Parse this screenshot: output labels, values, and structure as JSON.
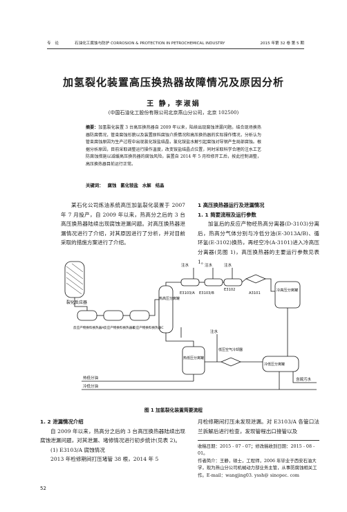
{
  "header": {
    "left": "专 论",
    "journal": "石油化工腐蚀与防护 CORROSION & PROTECTION IN PETROCHEMICAL INDUSTRY",
    "issue": "2015 年第 32 卷 第 5 期"
  },
  "title": "加氢裂化装置高压换热器故障情况及原因分析",
  "authors": "王  静，李淑娟",
  "affiliation": "(中国石油化工股份有限公司北京燕山分公司，北京 102500)",
  "abstract": {
    "label": "摘要：",
    "text": "加氢裂化装置 3 台高压换热器自 2009 年以来，陆续出现腐蚀泄漏问题。结合现场换热器防腐情况，管束腐蚀形貌以及装置原料腐蚀介质情况和高压换热器的实际操作情况，分析认为管束腐蚀原因为生产过程中出现氯化铵盐结晶，氯化铵盐水解引起腐蚀对导钢产生局部腐蚀。根据分析原因，目前采取调整运行操作温度，改变铵盐结晶点位置，同时采取科学合理的注水工艺防腐蚀措施以减缓高压换热器的腐蚀风险。装置自 2014 年 5 月检修开工后，按此控制调整，高压换热器目前运行正常。"
  },
  "keywords": {
    "label": "关键词：",
    "items": [
      "腐蚀",
      "氯化铵盐",
      "水解",
      "结晶"
    ]
  },
  "intro": "某石化公司炼油系统高压加氢裂化装置于 2007 年 7 月投产，自 2009 年以来，热高分之后的 3 台高压换热器陆续出现腐蚀泄漏问题。对高压换热器泄漏情况进行了介绍，对其原因进行了分析，并对目前采取的措施方案进行了介绍。",
  "section1": {
    "heading": "1  高压换热器运行及泄漏情况",
    "sub_heading": "1. 1  简要流程及运行参数",
    "text": "加氢后的反应产物经热高分离器(D-3103)分离后，热高分气体分别与冷低分油(E-3013A/B)、循环氢(E-3102)换热，再经空冷(A-3101)进入冷高压分离器(见图 1)，高压换热器的主要运行参数见表 1。"
  },
  "figure": {
    "caption": "图 1  加氢裂化装置简要流程",
    "labels": {
      "reactor": "裂化反应器",
      "water": "注水",
      "e3103": "E3103/A",
      "e3103b": "E3103/B",
      "e3102": "E3102",
      "a3101": "A3101",
      "cold_hp": "冷高压分离罐",
      "hot_hp": "热高压分离罐",
      "hot_lp": "热低压分离罐",
      "cold_lp_air": "低压空气冷却器",
      "cold_lp": "冷低压分离罐",
      "feed1": "反应产物换料换热器A",
      "feed2": "反应产物换料换热器B",
      "feed3": "反应产物换料换热器C",
      "hot_lp_oil": "热低分油",
      "cold_lp_oil": "冷低分油",
      "sour_water": "含硫污水"
    }
  },
  "section12": {
    "heading": "1. 2  泄漏情况介绍",
    "p1": "自 2009 年以来，热高分之后的 3 台高压换热器陆续出现腐蚀泄漏问题，对其泄漏、堵修情况进行初步统计(见表 2)。",
    "item": "(1) E3103/A 腐蚀情况",
    "p2": "2013 年检修期间打压堵管 38 根，2014 年 5"
  },
  "right_col2": "月检修期间打压未发现泄漏。对 E3103/A 各管口法兰拆解后进行检查，发现管程出口接管以及",
  "note": {
    "received": "收稿日期：2015 - 07 - 07；修改稿收到日期：2015 - 08 - 01。",
    "author": "作者简介：王静，硕士，工程师，2006 年毕业于西安石油大学，现为燕山分公司机械动力部业务主管，从事防腐蚀相关工作。E-mail：wangjing03. yssh@ sinopec. com"
  },
  "page_number": "52"
}
